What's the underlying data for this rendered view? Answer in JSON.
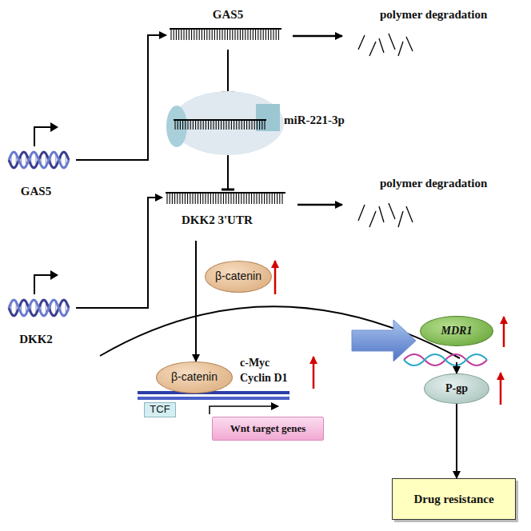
{
  "diagram": {
    "nodes": [
      {
        "text": [
          "GAS5"
        ]
      },
      {
        "text": [
          "GAS5"
        ]
      },
      {
        "text": [
          "miR-221-3p"
        ]
      },
      {
        "text": [
          "DKK2"
        ]
      },
      {
        "text": [
          "DKK2 3'UTR"
        ]
      },
      {
        "text": [
          "β-catenin"
        ]
      },
      {
        "text": [
          "β-catenin"
        ]
      },
      {
        "text": [
          "TCF"
        ]
      },
      {
        "text": [
          "Wnt target genes"
        ]
      },
      {
        "text": [
          "MDR1"
        ]
      },
      {
        "text": [
          "P-gp"
        ]
      },
      {
        "text": [
          "Drug resistance"
        ]
      }
    ],
    "edges": [
      {
        "from": 0,
        "to": 1,
        "arrow": "to"
      },
      {
        "from": 1,
        "to": 2,
        "arrow": "to"
      },
      {
        "from": 2,
        "to": 4,
        "arrow": "to"
      },
      {
        "from": 3,
        "to": 4,
        "arrow": "to"
      },
      {
        "from": 4,
        "to": 6,
        "arrow": "to"
      },
      {
        "from": 9,
        "to": 10,
        "arrow": "to"
      },
      {
        "from": 10,
        "to": 11,
        "arrow": "to"
      }
    ],
    "labels": [
      "polymer degradation",
      "polymer degradation",
      "c-Myc",
      "Cyclin D1"
    ]
  }
}
